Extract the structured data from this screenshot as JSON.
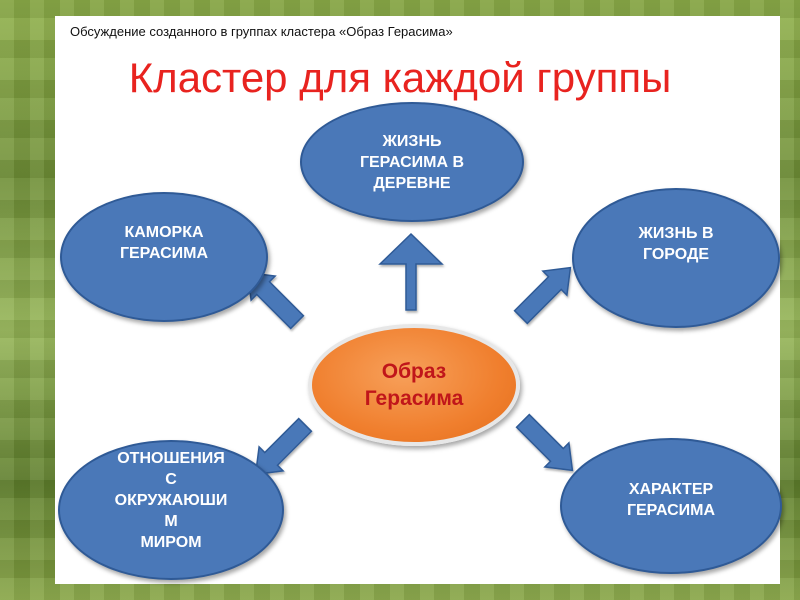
{
  "header": {
    "subtitle": "Обсуждение созданного в группах кластера «Образ Герасима»",
    "title": "Кластер для каждой группы"
  },
  "center": {
    "label": "Образ\nГерасима"
  },
  "nodes": {
    "top": "ЖИЗНЬ\nГЕРАСИМА В\nДЕРЕВНЕ",
    "left_top": "КАМОРКА\nГЕРАСИМА",
    "right_top": "ЖИЗНЬ В\nГОРОДЕ",
    "left_bottom": "ОТНОШЕНИЯ\nС\nОКРУЖАЮШИ\nМ\nМИРОМ",
    "right_bottom": "ХАРАКТЕР\nГЕРАСИМА"
  },
  "colors": {
    "node_fill": "#4a78b8",
    "center_fill": "#f07f2e",
    "title": "#e8231f",
    "center_text": "#c0161a"
  }
}
